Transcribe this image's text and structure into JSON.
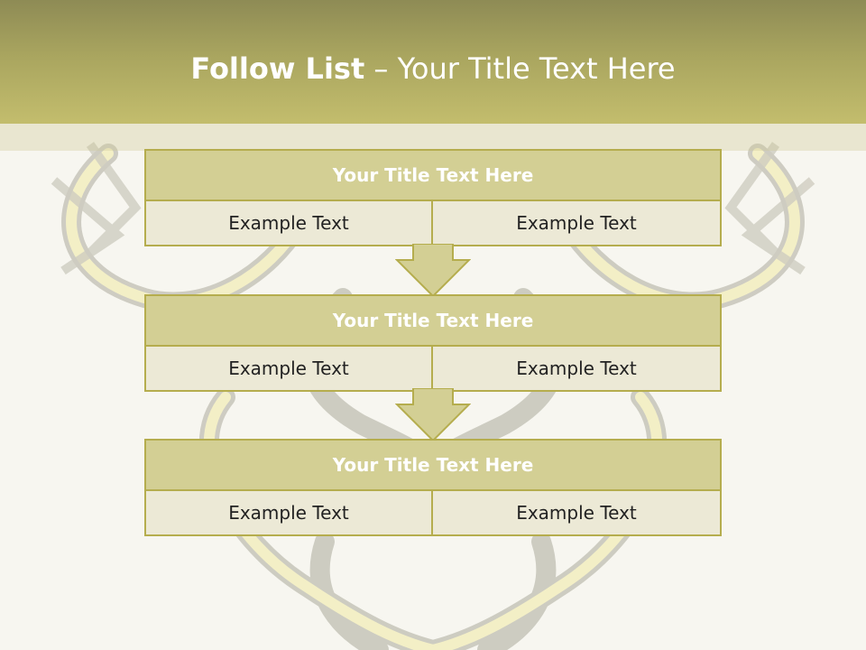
{
  "slide": {
    "title_bold": "Follow List",
    "title_rest": " – Your Title Text Here"
  },
  "blocks": [
    {
      "title": "Your Title Text Here",
      "left": "Example Text",
      "right": "Example Text"
    },
    {
      "title": "Your Title Text Here",
      "left": "Example Text",
      "right": "Example Text"
    },
    {
      "title": "Your Title Text Here",
      "left": "Example Text",
      "right": "Example Text"
    }
  ],
  "colors": {
    "header": "#a9a55f",
    "block_title_fill": "#d3cf94",
    "cell_fill": "#ece9d6",
    "border": "#b5ad4e",
    "arrow_fill": "#d3cf94"
  }
}
